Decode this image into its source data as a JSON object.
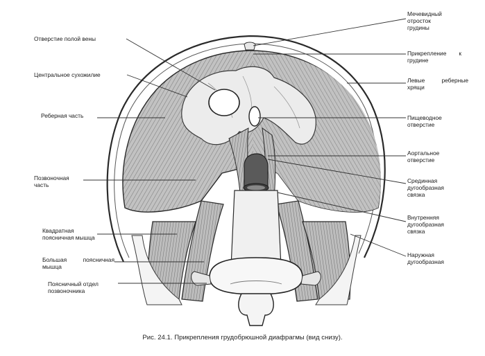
{
  "labels": {
    "vena_cava": "Отверстие полой вены",
    "central_tendon": "Центральное сухожилие",
    "costal_part": "Реберная часть",
    "lumbar_part_1": "Позвоночная",
    "lumbar_part_2": "часть",
    "quadratus_1": "Квадратная",
    "quadratus_2": "поясничная мышца",
    "psoas_1a": "Большая",
    "psoas_1b": "поясничная",
    "psoas_2": "мышца",
    "lumbar_spine_1": "Поясничный отдел",
    "lumbar_spine_2": "позвоночника",
    "xiphoid_1": "Мечевидный",
    "xiphoid_2": "отросток",
    "xiphoid_3": "грудины",
    "sternum_1a": "Прикрепление",
    "sternum_1b": "к",
    "sternum_2": "грудине",
    "ribs_1a": "Левые",
    "ribs_1b": "реберные",
    "ribs_2": "хрящи",
    "esophageal_1": "Пищеводное",
    "esophageal_2": "отверстие",
    "aortic_1": "Аортальное",
    "aortic_2": "отверстие",
    "median_1": "Срединная",
    "median_2": "дугообразная",
    "median_3": "связка",
    "medial_1": "Внутренняя",
    "medial_2": "дугообразная",
    "medial_3": "связка",
    "lateral_1": "Наружная",
    "lateral_2": "дугообразная"
  },
  "caption": "Рис. 24.1. Прикрепления грудобрюшной диафрагмы (вид снизу).",
  "colors": {
    "muscle": "#b9b9b9",
    "muscle_dark": "#8a8a8a",
    "tendon": "#ececec",
    "outline": "#2a2a2a",
    "leader": "#333333"
  }
}
